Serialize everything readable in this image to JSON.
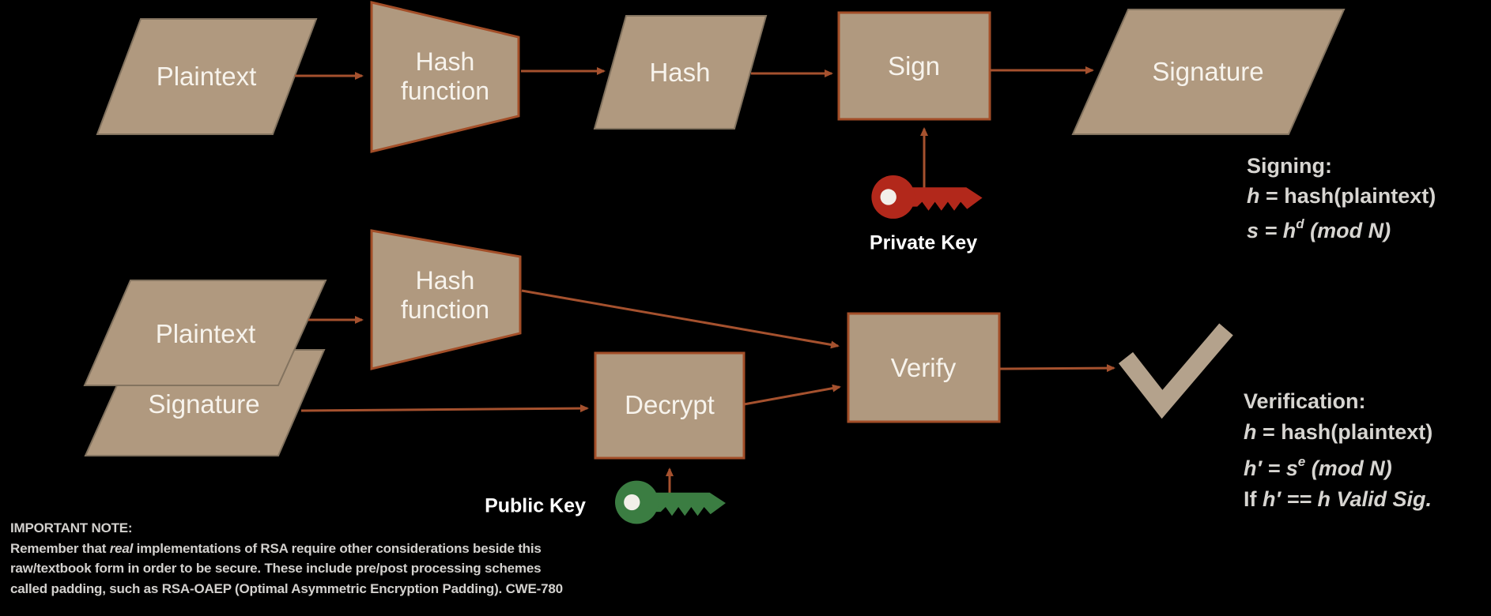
{
  "colors": {
    "background": "#000000",
    "shape_fill": "#b0997f",
    "process_border": "#a34e28",
    "parallelogram_border": "#83735f",
    "arrow": "#a5512e",
    "checkmark": "#b4a28c",
    "private_key": "#b2281b",
    "public_key": "#3b7d42",
    "shape_text": "#f7f3ec",
    "formula_text": "#d7d5d1",
    "note_text": "#d3d1ce"
  },
  "nodes": {
    "plaintext1": "Plaintext",
    "hash_function1": "Hash function",
    "hash": "Hash",
    "sign": "Sign",
    "signature1": "Signature",
    "plaintext2": "Plaintext",
    "signature2": "Signature",
    "hash_function2": "Hash function",
    "decrypt": "Decrypt",
    "verify": "Verify"
  },
  "keys": {
    "private_label": "Private Key",
    "public_label": "Public Key"
  },
  "signing": {
    "title": "Signing:",
    "l1_var": "h",
    "l1_rest": " = hash(plaintext)",
    "l2_lead": "s = h",
    "l2_sup": "d",
    "l2_rest": " (mod N)"
  },
  "verification": {
    "title": "Verification:",
    "l1_var": "h",
    "l1_rest": " = hash(plaintext)",
    "l2_lead": "h′ = s",
    "l2_sup": "e",
    "l2_rest": " (mod N)",
    "l3_lead": "If ",
    "l3_rest": "h′ == h Valid Sig."
  },
  "note": {
    "heading": "IMPORTANT NOTE:",
    "line1_pre": "Remember that ",
    "line1_em": "real",
    "line1_post": " implementations of RSA require other considerations beside this",
    "line2": "raw/textbook form in order to be secure. These include pre/post processing schemes",
    "line3": "called padding, such as RSA-OAEP (Optimal Asymmetric Encryption Padding). CWE-780"
  }
}
